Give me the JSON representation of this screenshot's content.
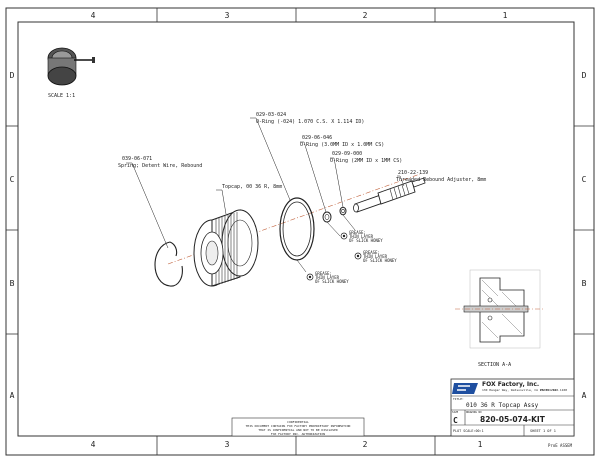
{
  "zones": {
    "columns": [
      "4",
      "3",
      "2",
      "1"
    ],
    "rows": [
      "D",
      "C",
      "B",
      "A"
    ]
  },
  "scale_label": "SCALE 1:1",
  "parts": [
    {
      "number": "039-06-071",
      "name": "Spring; Detent Wire, Rebound"
    },
    {
      "number": "",
      "name": "Topcap, 00 36 R, 8mm"
    },
    {
      "number": "029-03-024",
      "name": "O-Ring (-024) 1.070 C.S. X 1.114 ID)"
    },
    {
      "number": "029-06-046",
      "name": "O-Ring (3.0MM ID x 1.0MM CS)"
    },
    {
      "number": "029-09-000",
      "name": "O-Ring (2MM ID x 1MM CS)"
    },
    {
      "number": "210-22-139",
      "name": "Threaded Rebound Adjuster, 8mm"
    }
  ],
  "grease_note": [
    "GREASE;",
    "THIN LAYER",
    "OF SLICK HONEY"
  ],
  "section_label": "SECTION A-A",
  "title_block": {
    "company": "FOX Factory, Inc.",
    "address": "130 Hangar Way, Watsonville, CA 95076 USA",
    "phone": "Ph 831.768.1100",
    "title_label": "TITLE:",
    "title": "010 36 R Topcap Assy",
    "size_label": "SIZE",
    "size": "C",
    "drawing_no_label": "DRAWING NO",
    "drawing_number": "820-05-074-KIT",
    "print_scale": "PLOT SCALE:00:1",
    "sheet": "SHEET 1 OF 1",
    "footer": "ProE ASSEM"
  },
  "proprietary_note": [
    "CONFIDENTIAL",
    "THIS DOCUMENT CONTAINS FOX FACTORY PROPRIETARY INFORMATION",
    "THAT IS CONFIDENTIAL AND NOT TO BE DISCLOSED",
    "FOX FACTORY INC. AUTHORIZATION"
  ]
}
